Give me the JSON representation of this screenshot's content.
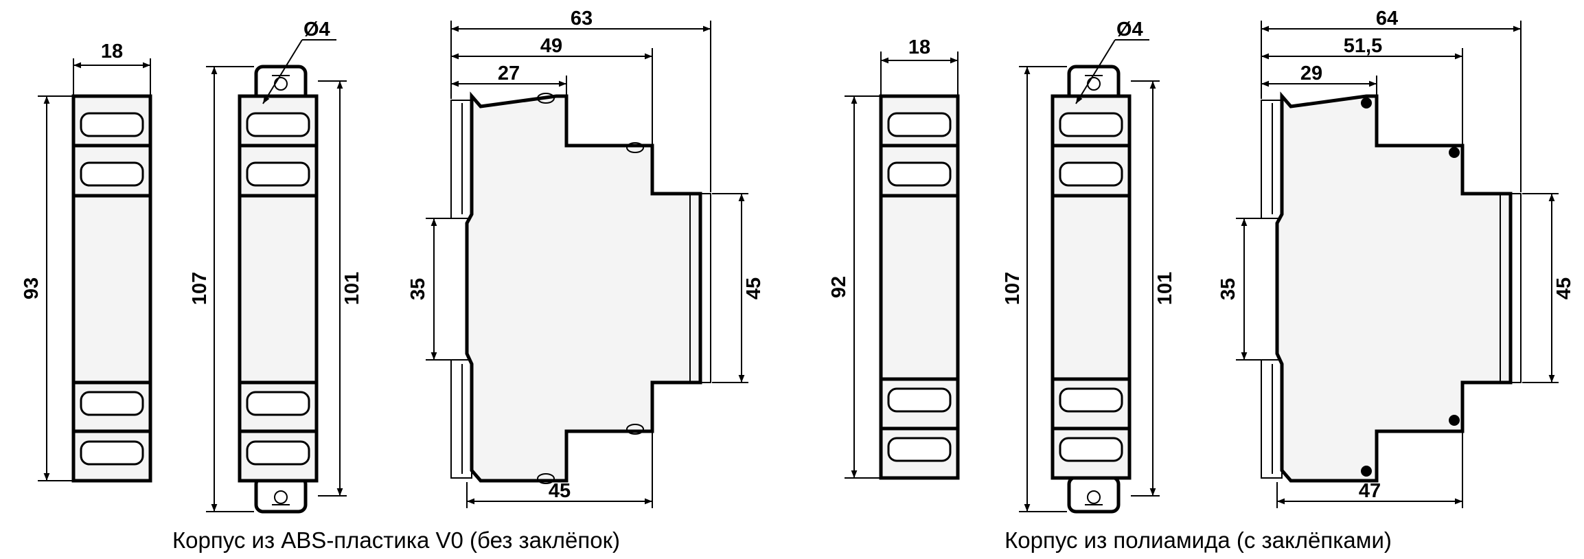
{
  "colors": {
    "line": "#000000",
    "fill": "#f4f4f4",
    "background": "#ffffff"
  },
  "abs": {
    "caption": "Корпус из ABS-пластика V0 (без заклёпок)",
    "front": {
      "width": "18",
      "height": "93"
    },
    "mount": {
      "hole": "Ø4",
      "height_total": "107",
      "height_body": "101"
    },
    "side": {
      "depth_total": "63",
      "depth_step2": "49",
      "depth_step1": "27",
      "rail": "35",
      "front_height": "45",
      "bottom_depth": "45"
    }
  },
  "polyamide": {
    "caption": "Корпус из полиамида (с заклёпками)",
    "front": {
      "width": "18",
      "height": "92"
    },
    "mount": {
      "hole": "Ø4",
      "height_total": "107",
      "height_body": "101"
    },
    "side": {
      "depth_total": "64",
      "depth_step2": "51,5",
      "depth_step1": "29",
      "rail": "35",
      "front_height": "45",
      "bottom_depth": "47"
    }
  }
}
